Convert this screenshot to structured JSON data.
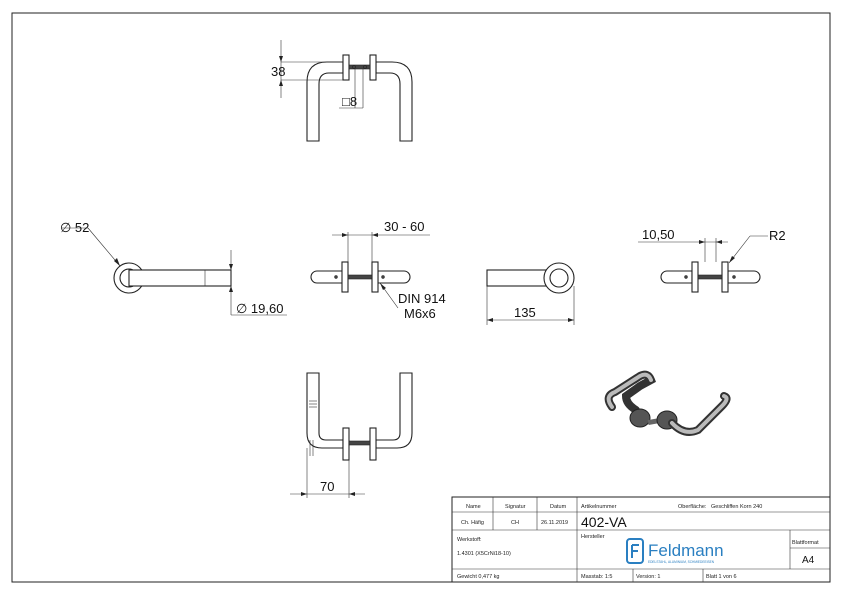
{
  "dimensions": {
    "top_height": "38",
    "square": "□8",
    "diameter_rose": "∅ 52",
    "diameter_lever": "∅ 19,60",
    "door_thickness": "30 - 60",
    "screw_standard": "DIN 914",
    "screw_size": "M6x6",
    "length": "135",
    "offset": "10,50",
    "radius": "R2",
    "bottom_width": "70"
  },
  "title_block": {
    "name_label": "Name",
    "signature_label": "Signatur",
    "date_label": "Datum",
    "name_value": "Ch. Häfig",
    "signature_value": "CH",
    "date_value": "26.11.2019",
    "article_label": "Artikelnummer",
    "article_value": "402-VA",
    "surface_label": "Oberfläche:",
    "surface_value": "Geschliffen Korn 240",
    "material_label": "Werkstoff:",
    "material_value": "1.4301 (X5CrNi18-10)",
    "manufacturer_label": "Hersteller",
    "logo_text": "Feldmann",
    "logo_tagline": "EDELSTAHL, ALUMINIUM, SCHMIEDEEISEN",
    "format_label": "Blattformat",
    "format_value": "A4",
    "weight": "Gewicht 0,477 kg",
    "scale": "Masstab: 1:5",
    "version": "Version: 1",
    "sheet": "Blatt 1 von 6"
  },
  "colors": {
    "line": "#222222",
    "logo_blue": "#2a7fc1",
    "part_dark": "#444444"
  }
}
